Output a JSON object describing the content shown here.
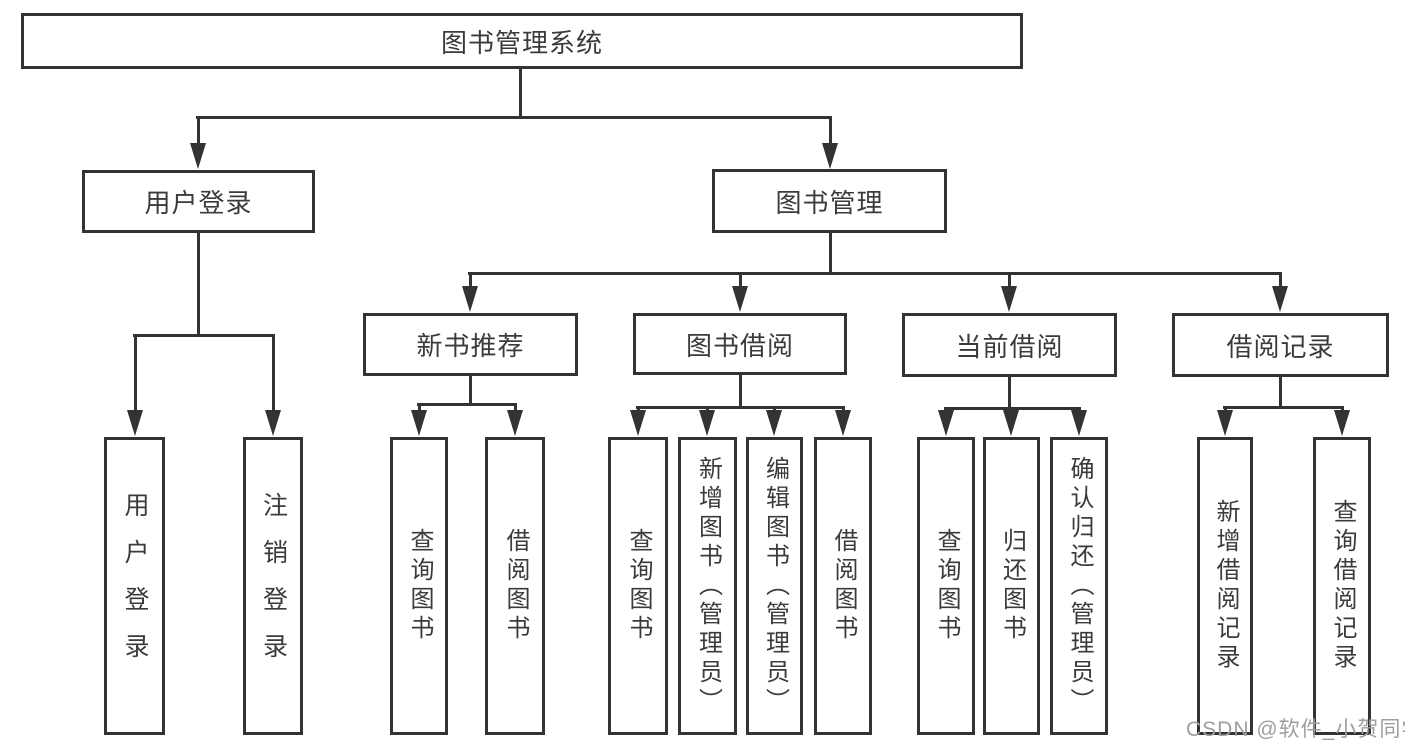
{
  "diagram": {
    "root": "图书管理系统",
    "branches": {
      "user_login": "用户登录",
      "book_mgmt": "图书管理",
      "new_book": "新书推荐",
      "book_borrow": "图书借阅",
      "current_borrow": "当前借阅",
      "borrow_record": "借阅记录"
    },
    "leaves": {
      "login": "用户登录",
      "logout": "注销登录",
      "nb_query": "查询图书",
      "nb_borrow": "借阅图书",
      "bb_query": "查询图书",
      "bb_add": "新增图书（管理员）",
      "bb_edit": "编辑图书（管理员）",
      "bb_borrow": "借阅图书",
      "cb_query": "查询图书",
      "cb_return": "归还图书",
      "cb_confirm": "确认归还（管理员）",
      "br_add": "新增借阅记录",
      "br_query": "查询借阅记录"
    }
  },
  "watermark": "CSDN @软件_小贺同学",
  "colors": {
    "line": "#333333",
    "text": "#3b3b3b",
    "watermark": "#9e9e9e",
    "background": "#ffffff"
  }
}
